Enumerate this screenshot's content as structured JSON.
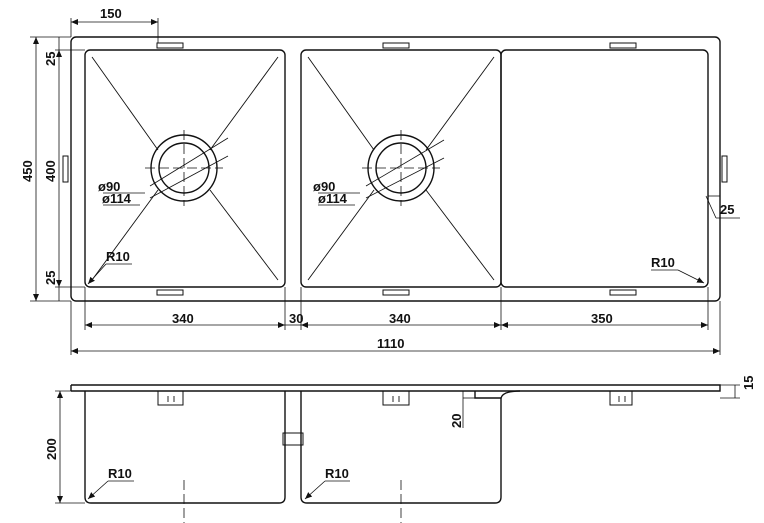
{
  "plan_view": {
    "dims": {
      "offset_150": "150",
      "total_depth_450": "450",
      "bowl_depth_400": "400",
      "margin_top_25": "25",
      "margin_bottom_25": "25",
      "drainer_margin_25": "25",
      "bowl_left_340": "340",
      "divider_30": "30",
      "bowl_right_340": "340",
      "drainer_350": "350",
      "total_width_1110": "1110"
    },
    "left_bowl": {
      "waste_inner": "ø90",
      "waste_outer": "ø114",
      "radius": "R10"
    },
    "right_bowl": {
      "waste_inner": "ø90",
      "waste_outer": "ø114"
    },
    "drainer": {
      "radius": "R10"
    }
  },
  "section_view": {
    "dims": {
      "bowl_height_200": "200",
      "drainer_step_20": "20",
      "rim_thickness_15": "15"
    },
    "left_bowl": {
      "radius": "R10"
    },
    "right_bowl": {
      "radius": "R10"
    }
  }
}
